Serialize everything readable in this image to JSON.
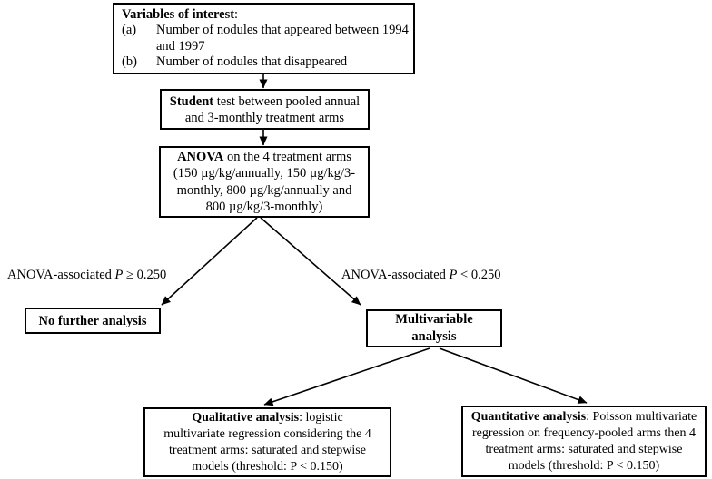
{
  "canvas": {
    "background": "#ffffff",
    "line_color": "#000000",
    "text_color": "#000000"
  },
  "boxes": {
    "variables": {
      "title_bold": "Variables of interest",
      "title_colon": ":",
      "items": [
        {
          "label": "(a)",
          "lines": [
            "Number of nodules that appeared between 1994",
            "and 1997"
          ]
        },
        {
          "label": "(b)",
          "lines": [
            "Number of nodules that disappeared"
          ]
        }
      ]
    },
    "student": {
      "bold": "Student",
      "line1_rest": " test between pooled annual",
      "lines": [
        "and 3-monthly treatment arms"
      ]
    },
    "anova": {
      "bold": "ANOVA",
      "line1_rest": " on the 4 treatment arms",
      "lines": [
        "(150 µg/kg/annually, 150 µg/kg/3-",
        "monthly, 800 µg/kg/annually and",
        "800 µg/kg/3-monthly)"
      ]
    },
    "no_further": {
      "bold": "No further analysis"
    },
    "multivariable": {
      "lines": [
        "Multivariable",
        "analysis"
      ]
    },
    "qualitative": {
      "bold": "Qualitative analysis",
      "line1_rest": ": logistic",
      "lines": [
        "multivariate regression considering the 4",
        "treatment arms: saturated and stepwise",
        "models (threshold: P < 0.150)"
      ]
    },
    "quantitative": {
      "bold": "Quantitative analysis",
      "line1_rest": ": Poisson multivariate",
      "lines": [
        "regression on frequency-pooled arms then 4",
        "treatment arms: saturated and stepwise",
        "models (threshold: P < 0.150)"
      ]
    }
  },
  "labels": {
    "left": {
      "prefix": "ANOVA-associated ",
      "p": "P",
      "condition": " ≥  0.250"
    },
    "right": {
      "prefix": "ANOVA-associated ",
      "p": "P",
      "condition": " < 0.250"
    }
  }
}
